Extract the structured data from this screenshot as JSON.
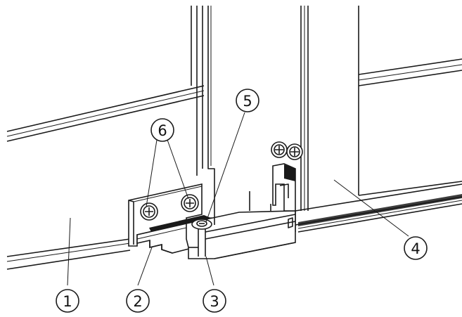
{
  "callouts": [
    {
      "id": "c1",
      "label": "1"
    },
    {
      "id": "c2",
      "label": "2"
    },
    {
      "id": "c3",
      "label": "3"
    },
    {
      "id": "c4",
      "label": "4"
    },
    {
      "id": "c5",
      "label": "5"
    },
    {
      "id": "c6",
      "label": "6"
    }
  ],
  "colors": {
    "line": "#1a1a1a",
    "background": "#ffffff"
  }
}
